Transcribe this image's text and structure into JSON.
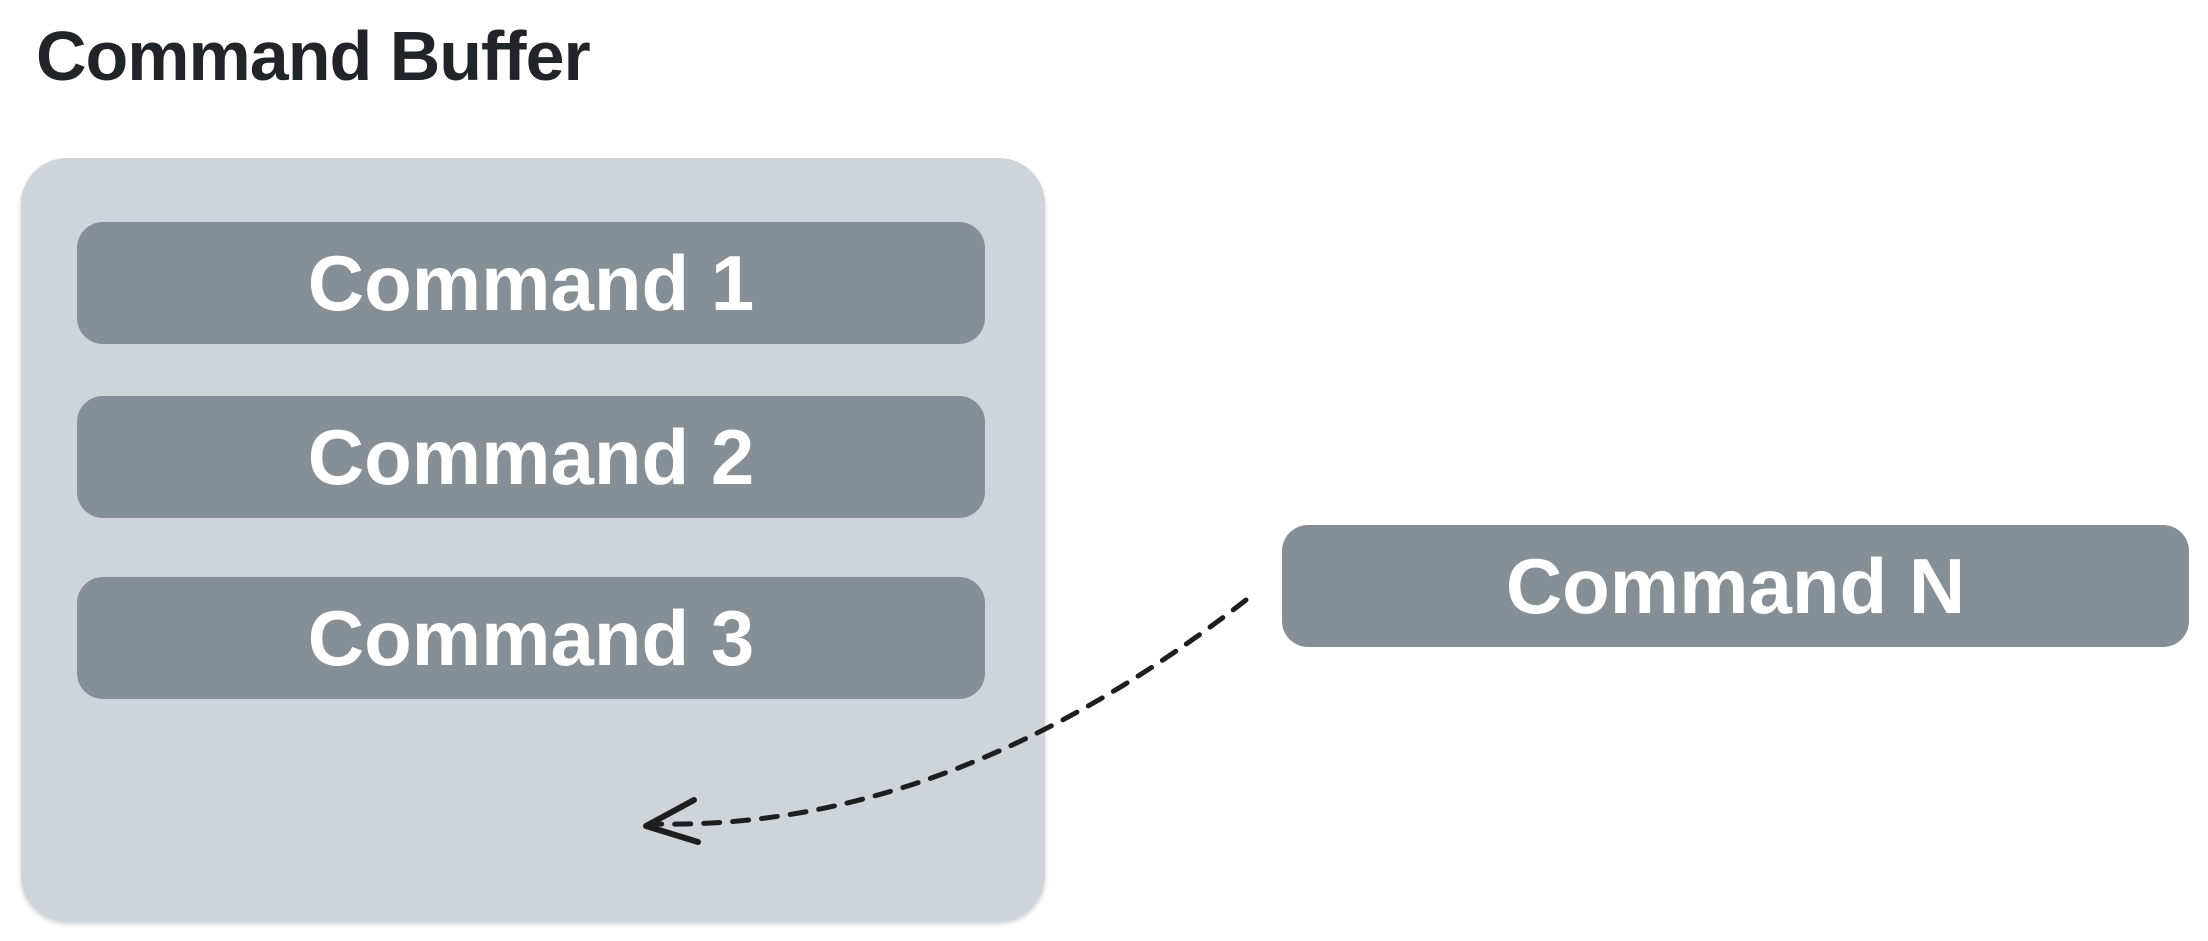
{
  "title": "Command Buffer",
  "buffer": {
    "name": "command-buffer",
    "commands": [
      "Command 1",
      "Command 2",
      "Command 3"
    ]
  },
  "incoming": {
    "label": "Command N"
  },
  "arrow": {
    "meaning": "Command N is appended into the command buffer",
    "style": "dashed-curved-arrow"
  },
  "colors": {
    "background": "#ffffff",
    "container": "#ced4da",
    "command_box": "#868e96",
    "command_text": "#ffffff",
    "title_text": "#212529",
    "arrow": "#1e1e1e"
  }
}
